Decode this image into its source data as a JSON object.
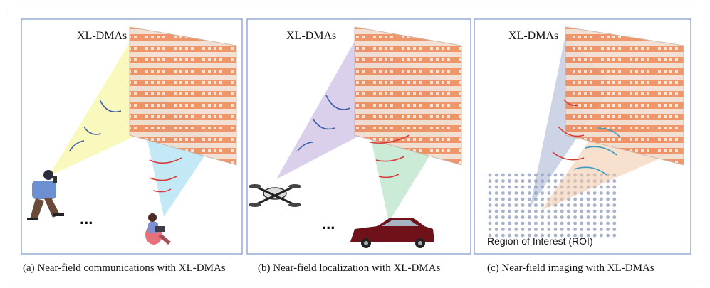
{
  "panels": [
    {
      "array_label": "XL-DMAs",
      "caption": "(a) Near-field communications with XL-DMAs",
      "ellipsis": "..."
    },
    {
      "array_label": "XL-DMAs",
      "caption": "(b) Near-field localization with XL-DMAs",
      "ellipsis": "..."
    },
    {
      "array_label": "XL-DMAs",
      "caption": "(c) Near-field imaging with XL-DMAs",
      "region_label": "Region of Interest (ROI)"
    }
  ],
  "colors": {
    "panel_border": "#7b97c8",
    "array_strip": "#ef8b5c",
    "array_gap": "#f1ddd0",
    "beam_yellow": "#f6f59a",
    "beam_blue": "#a9def2",
    "beam_purple": "#c6b7e2",
    "beam_green": "#b5e3c6",
    "beam_orange": "#f3c7a6",
    "beam_slate": "#8fa0c8",
    "wave_blue": "#3f5fa7",
    "wave_red": "#d83b3b",
    "roi_dot": "#a8b2c8",
    "car": "#6e1118"
  },
  "icons": [
    "person-standing-phone-icon",
    "person-sitting-laptop-icon",
    "drone-icon",
    "car-icon"
  ]
}
